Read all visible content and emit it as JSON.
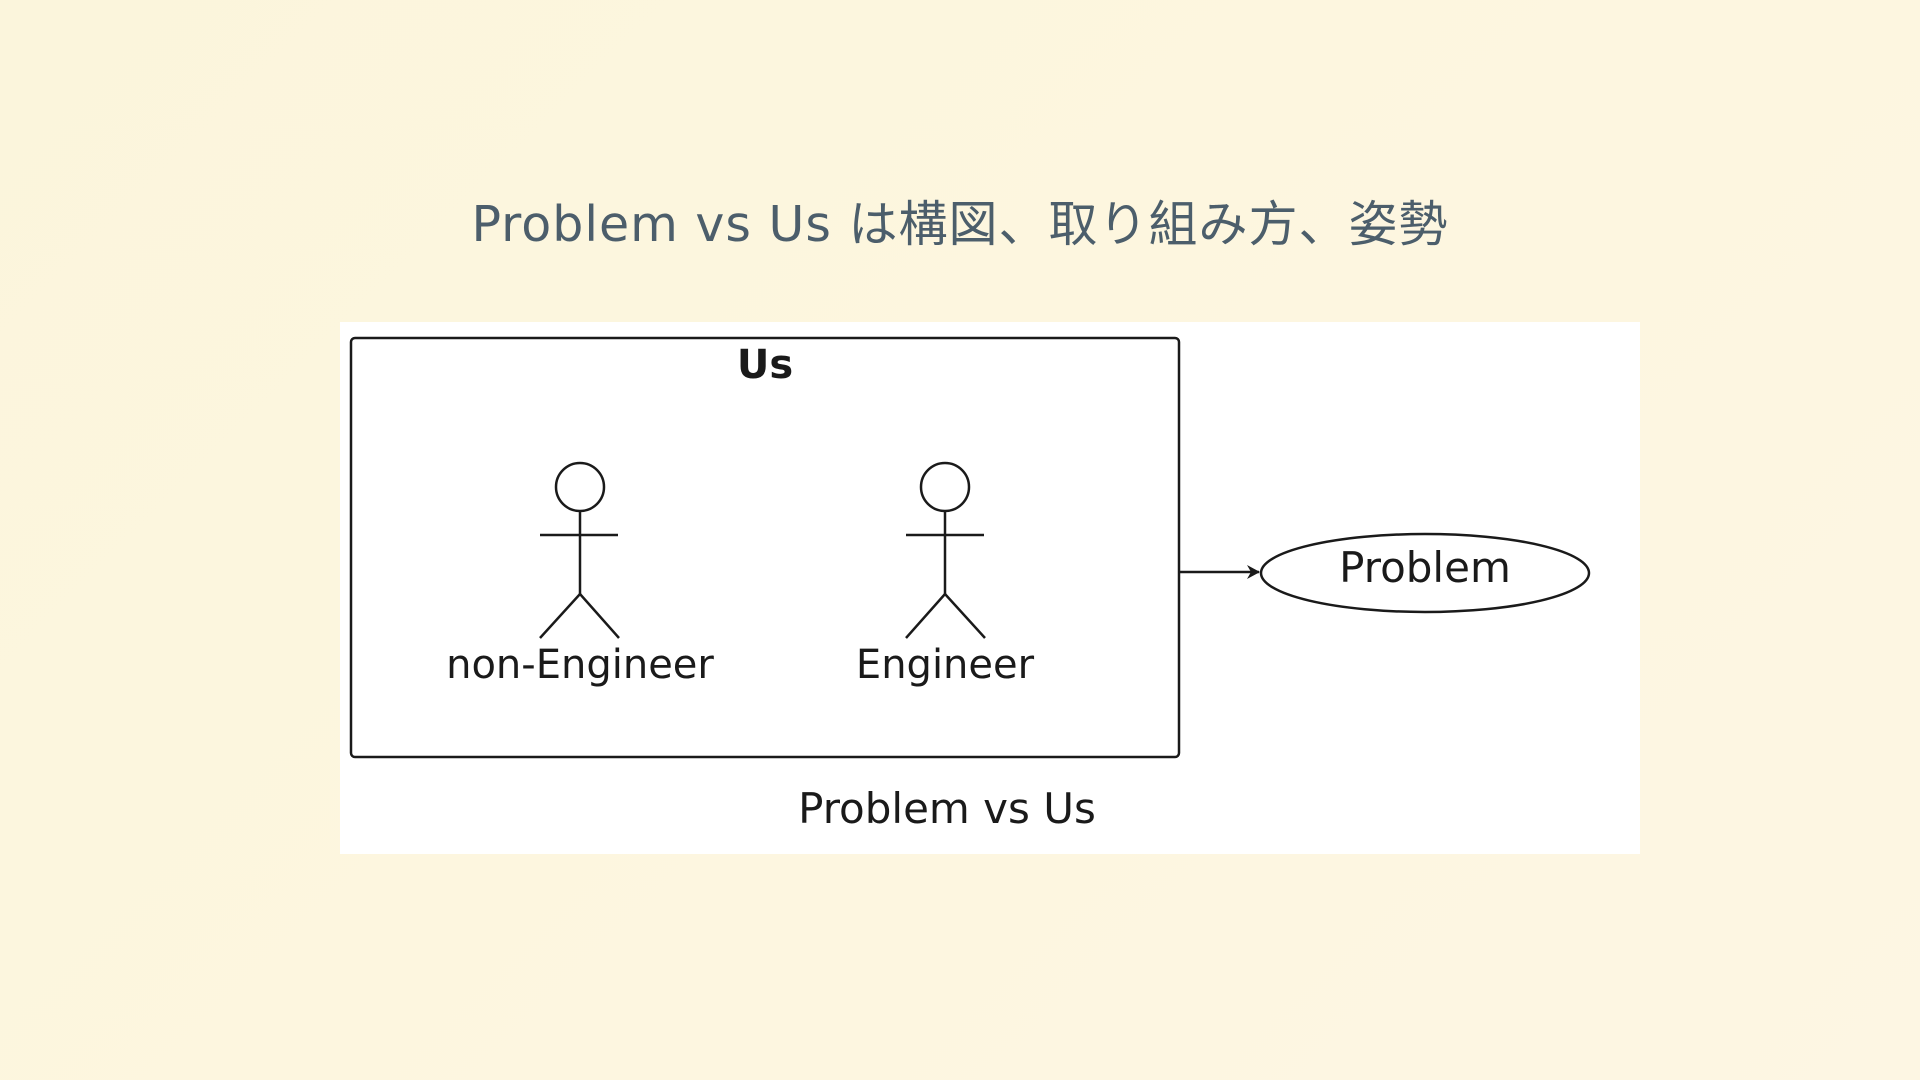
{
  "slide": {
    "title": "Problem vs Us は構図、取り組み方、姿勢"
  },
  "diagram": {
    "group_label": "Us",
    "actors": [
      {
        "label": "non-Engineer"
      },
      {
        "label": "Engineer"
      }
    ],
    "target_label": "Problem",
    "caption": "Problem vs Us"
  },
  "colors": {
    "background": "#fdf6e3",
    "title_text": "#4c5e6b",
    "diagram_panel": "#ffffff",
    "diagram_stroke": "#1a1a1a"
  }
}
